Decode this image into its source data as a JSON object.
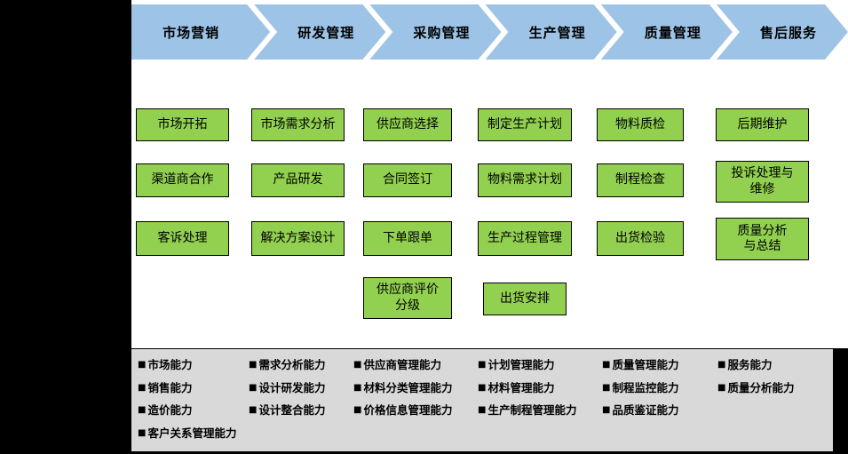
{
  "colors": {
    "background_black": "#000000",
    "arrow_blue": "#9DC3E6",
    "box_green": "#92D050",
    "panel_gray": "#D9D9D9",
    "text_black": "#000000"
  },
  "icons": {
    "bullet": "■"
  },
  "phases": [
    {
      "label": "市场营销",
      "boxes": [
        "市场开拓",
        "渠道商合作",
        "客诉处理"
      ],
      "capabilities": [
        "市场能力",
        "销售能力",
        "造价能力",
        "客户关系管理能力"
      ]
    },
    {
      "label": "研发管理",
      "boxes": [
        "市场需求分析",
        "产品研发",
        "解决方案设计"
      ],
      "capabilities": [
        "需求分析能力",
        "设计研发能力",
        "设计整合能力"
      ]
    },
    {
      "label": "采购管理",
      "boxes": [
        "供应商选择",
        "合同签订",
        "下单跟单",
        "供应商评价\n分级"
      ],
      "capabilities": [
        "供应商管理能力",
        "材料分类管理能力",
        "价格信息管理能力"
      ]
    },
    {
      "label": "生产管理",
      "boxes": [
        "制定生产计划",
        "物料需求计划",
        "生产过程管理",
        "出货安排"
      ],
      "capabilities": [
        "计划管理能力",
        "材料管理能力",
        "生产制程管理能力"
      ]
    },
    {
      "label": "质量管理",
      "boxes": [
        "物料质检",
        "制程检查",
        "出货检验"
      ],
      "capabilities": [
        "质量管理能力",
        "制程监控能力",
        "品质鉴证能力"
      ]
    },
    {
      "label": "售后服务",
      "boxes": [
        "后期维护",
        "投诉处理与\n维修",
        "质量分析\n与总结"
      ],
      "capabilities": [
        "服务能力",
        "质量分析能力"
      ]
    }
  ]
}
